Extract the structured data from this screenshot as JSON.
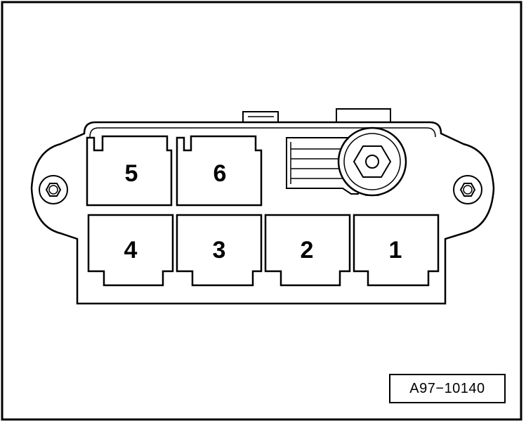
{
  "figure_ref": "A97−10140",
  "slots": [
    {
      "id": "slot-5",
      "label": "5"
    },
    {
      "id": "slot-6",
      "label": "6"
    },
    {
      "id": "slot-4",
      "label": "4"
    },
    {
      "id": "slot-3",
      "label": "3"
    },
    {
      "id": "slot-2",
      "label": "2"
    },
    {
      "id": "slot-1",
      "label": "1"
    }
  ],
  "colors": {
    "line": "#000000",
    "fill": "#ffffff"
  }
}
